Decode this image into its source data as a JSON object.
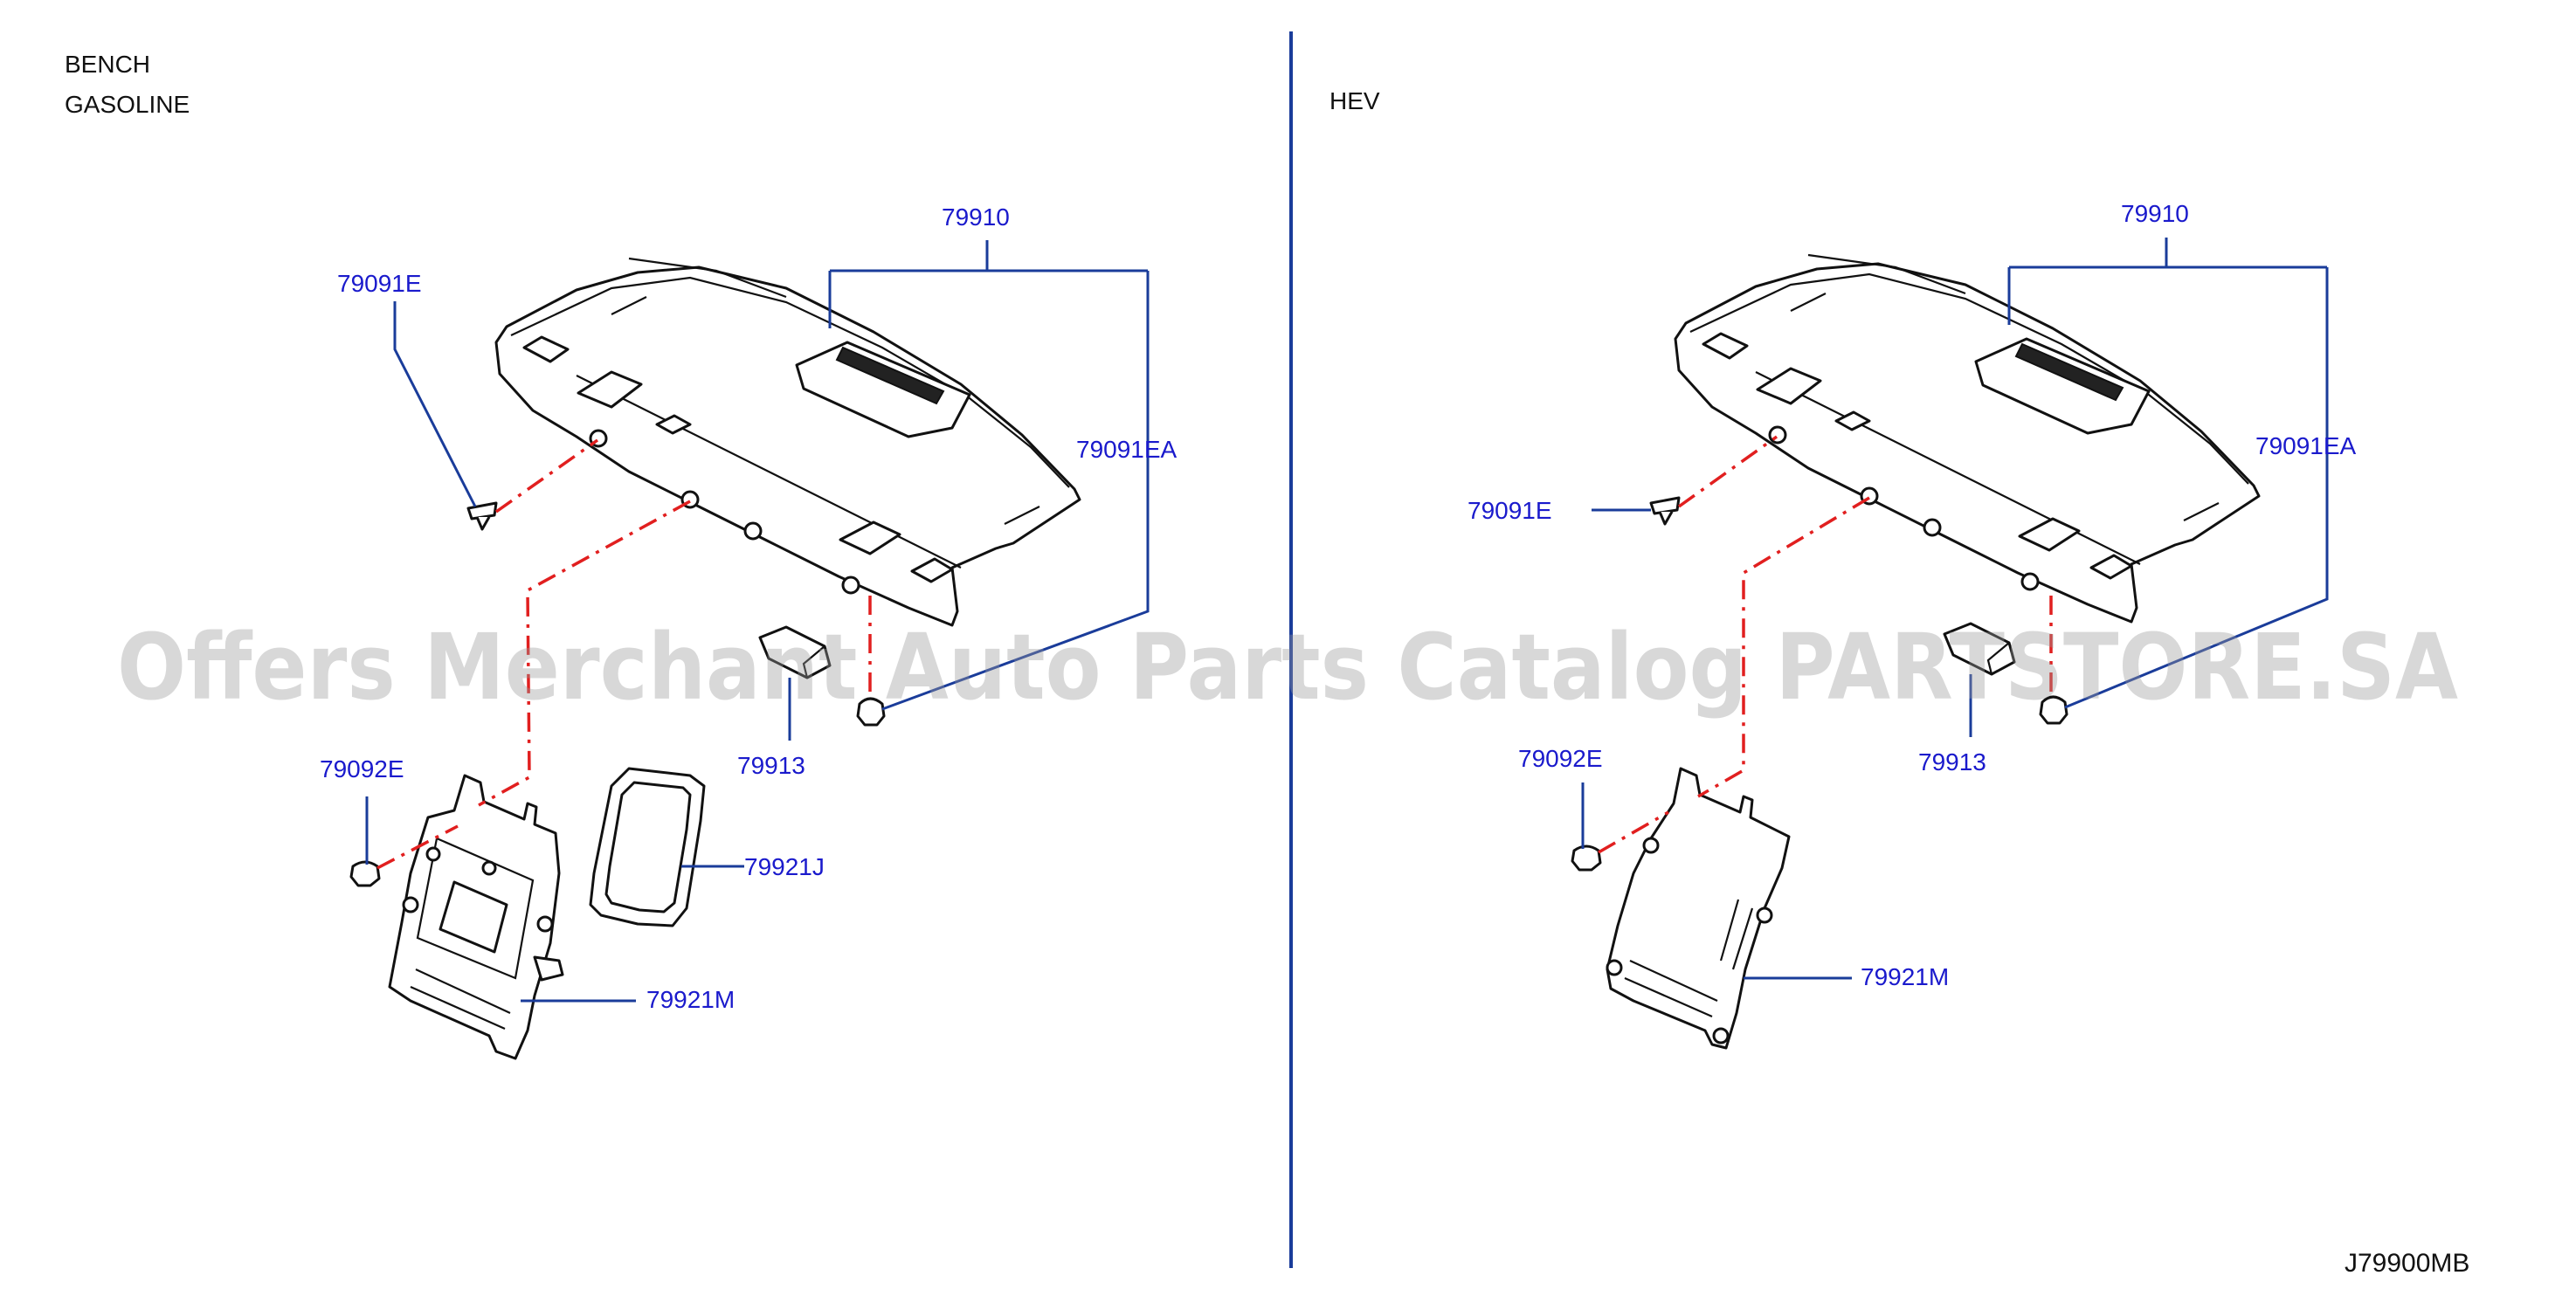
{
  "sections": {
    "left": {
      "line1": "BENCH",
      "line2": "GASOLINE"
    },
    "right": {
      "line1": "HEV"
    }
  },
  "labels": {
    "left": {
      "p79910": "79910",
      "p79091E": "79091E",
      "p79091EA": "79091EA",
      "p79913": "79913",
      "p79092E": "79092E",
      "p79921J": "79921J",
      "p79921M": "79921M"
    },
    "right": {
      "p79910": "79910",
      "p79091E": "79091E",
      "p79091EA": "79091EA",
      "p79913": "79913",
      "p79092E": "79092E",
      "p79921M": "79921M"
    }
  },
  "diagram_code": "J79900MB",
  "watermark": "Offers Merchant Auto Parts Catalog PARTSTORE.SA",
  "colors": {
    "label": "#1a1acc",
    "leader": "#1a3c9a",
    "dashline": "#e11f1f",
    "divider": "#1a3c9a"
  }
}
